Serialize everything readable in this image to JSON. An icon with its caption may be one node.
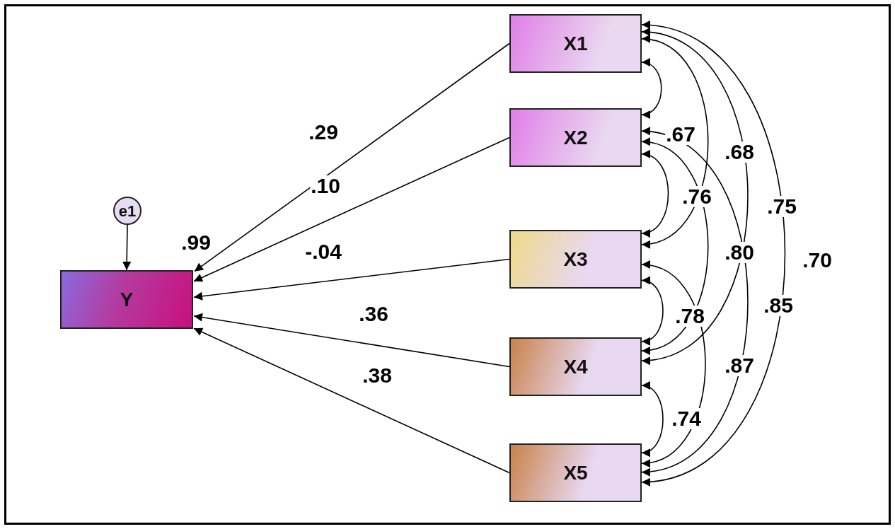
{
  "diagram": {
    "nodes": [
      {
        "text": [
          "e1"
        ]
      },
      {
        "text": [
          "Y"
        ],
        "beside": [
          ".99"
        ]
      },
      {
        "text": [
          "X1"
        ]
      },
      {
        "text": [
          "X2"
        ]
      },
      {
        "text": [
          "X3"
        ]
      },
      {
        "text": [
          "X4"
        ]
      },
      {
        "text": [
          "X5"
        ]
      }
    ],
    "edges": [
      {
        "from": 0,
        "to": 1,
        "arrow": "to"
      },
      {
        "from": 2,
        "to": 1,
        "arrow": "to",
        "label": ".29"
      },
      {
        "from": 3,
        "to": 1,
        "arrow": "to",
        "label": ".10"
      },
      {
        "from": 4,
        "to": 1,
        "arrow": "to",
        "label": "-.04"
      },
      {
        "from": 5,
        "to": 1,
        "arrow": "to",
        "label": ".36"
      },
      {
        "from": 6,
        "to": 1,
        "arrow": "to",
        "label": ".38"
      },
      {
        "from": 2,
        "to": 3,
        "arrow": "both",
        "label": ".67"
      },
      {
        "from": 2,
        "to": 4,
        "arrow": "both",
        "label": ".68"
      },
      {
        "from": 2,
        "to": 5,
        "arrow": "both",
        "label": ".75"
      },
      {
        "from": 2,
        "to": 6,
        "arrow": "both",
        "label": ".70"
      },
      {
        "from": 3,
        "to": 4,
        "arrow": "both",
        "label": ".76"
      },
      {
        "from": 3,
        "to": 5,
        "arrow": "both",
        "label": ".80"
      },
      {
        "from": 3,
        "to": 6,
        "arrow": "both",
        "label": ".85"
      },
      {
        "from": 4,
        "to": 5,
        "arrow": "both",
        "label": ".78"
      },
      {
        "from": 4,
        "to": 6,
        "arrow": "both",
        "label": ".87"
      },
      {
        "from": 5,
        "to": 6,
        "arrow": "both",
        "label": ".74"
      }
    ]
  }
}
